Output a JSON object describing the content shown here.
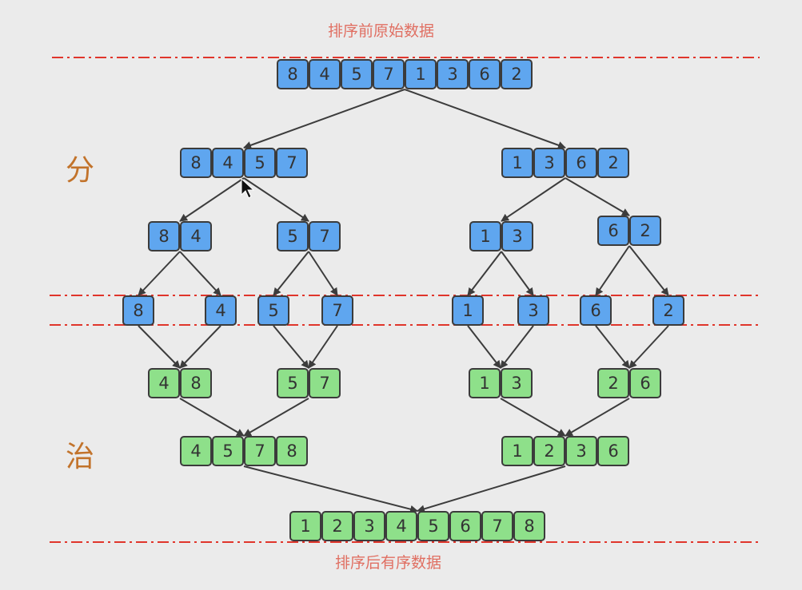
{
  "labels": {
    "top_caption": "排序前原始数据",
    "bottom_caption": "排序后有序数据",
    "divide": "分",
    "conquer": "治"
  },
  "colors": {
    "background": "#ebebeb",
    "split_fill": "#5fa6ef",
    "merge_fill": "#8ee08a",
    "cell_border": "#3b3b3b",
    "arrow": "#3c3c3c",
    "dash_line": "#e0352b",
    "caption": "#e06f62",
    "phase": "#c2732b"
  },
  "arrays": [
    {
      "id": "original",
      "kind": "split",
      "values": [
        8,
        4,
        5,
        7,
        1,
        3,
        6,
        2
      ]
    },
    {
      "id": "left-half",
      "kind": "split",
      "values": [
        8,
        4,
        5,
        7
      ]
    },
    {
      "id": "right-half",
      "kind": "split",
      "values": [
        1,
        3,
        6,
        2
      ]
    },
    {
      "id": "split-8-4",
      "kind": "split",
      "values": [
        8,
        4
      ]
    },
    {
      "id": "split-5-7",
      "kind": "split",
      "values": [
        5,
        7
      ]
    },
    {
      "id": "split-1-3",
      "kind": "split",
      "values": [
        1,
        3
      ]
    },
    {
      "id": "split-6-2",
      "kind": "split",
      "values": [
        6,
        2
      ]
    },
    {
      "id": "single-8",
      "kind": "split",
      "values": [
        8
      ]
    },
    {
      "id": "single-4",
      "kind": "split",
      "values": [
        4
      ]
    },
    {
      "id": "single-5",
      "kind": "split",
      "values": [
        5
      ]
    },
    {
      "id": "single-7",
      "kind": "split",
      "values": [
        7
      ]
    },
    {
      "id": "single-1",
      "kind": "split",
      "values": [
        1
      ]
    },
    {
      "id": "single-3",
      "kind": "split",
      "values": [
        3
      ]
    },
    {
      "id": "single-6",
      "kind": "split",
      "values": [
        6
      ]
    },
    {
      "id": "single-2",
      "kind": "split",
      "values": [
        2
      ]
    },
    {
      "id": "merged-4-8",
      "kind": "merge",
      "values": [
        4,
        8
      ]
    },
    {
      "id": "merged-5-7",
      "kind": "merge",
      "values": [
        5,
        7
      ]
    },
    {
      "id": "merged-1-3",
      "kind": "merge",
      "values": [
        1,
        3
      ]
    },
    {
      "id": "merged-2-6",
      "kind": "merge",
      "values": [
        2,
        6
      ]
    },
    {
      "id": "merged-4-5-7-8",
      "kind": "merge",
      "values": [
        4,
        5,
        7,
        8
      ]
    },
    {
      "id": "merged-1-2-3-6",
      "kind": "merge",
      "values": [
        1,
        2,
        3,
        6
      ]
    },
    {
      "id": "sorted",
      "kind": "merge",
      "values": [
        1,
        2,
        3,
        4,
        5,
        6,
        7,
        8
      ]
    }
  ],
  "edges": [
    [
      "original",
      "left-half"
    ],
    [
      "original",
      "right-half"
    ],
    [
      "left-half",
      "split-8-4"
    ],
    [
      "left-half",
      "split-5-7"
    ],
    [
      "right-half",
      "split-1-3"
    ],
    [
      "right-half",
      "split-6-2"
    ],
    [
      "split-8-4",
      "single-8"
    ],
    [
      "split-8-4",
      "single-4"
    ],
    [
      "split-5-7",
      "single-5"
    ],
    [
      "split-5-7",
      "single-7"
    ],
    [
      "split-1-3",
      "single-1"
    ],
    [
      "split-1-3",
      "single-3"
    ],
    [
      "split-6-2",
      "single-6"
    ],
    [
      "split-6-2",
      "single-2"
    ],
    [
      "single-8",
      "merged-4-8"
    ],
    [
      "single-4",
      "merged-4-8"
    ],
    [
      "single-5",
      "merged-5-7"
    ],
    [
      "single-7",
      "merged-5-7"
    ],
    [
      "single-1",
      "merged-1-3"
    ],
    [
      "single-3",
      "merged-1-3"
    ],
    [
      "single-6",
      "merged-2-6"
    ],
    [
      "single-2",
      "merged-2-6"
    ],
    [
      "merged-4-8",
      "merged-4-5-7-8"
    ],
    [
      "merged-5-7",
      "merged-4-5-7-8"
    ],
    [
      "merged-1-3",
      "merged-1-2-3-6"
    ],
    [
      "merged-2-6",
      "merged-1-2-3-6"
    ],
    [
      "merged-4-5-7-8",
      "sorted"
    ],
    [
      "merged-1-2-3-6",
      "sorted"
    ]
  ]
}
